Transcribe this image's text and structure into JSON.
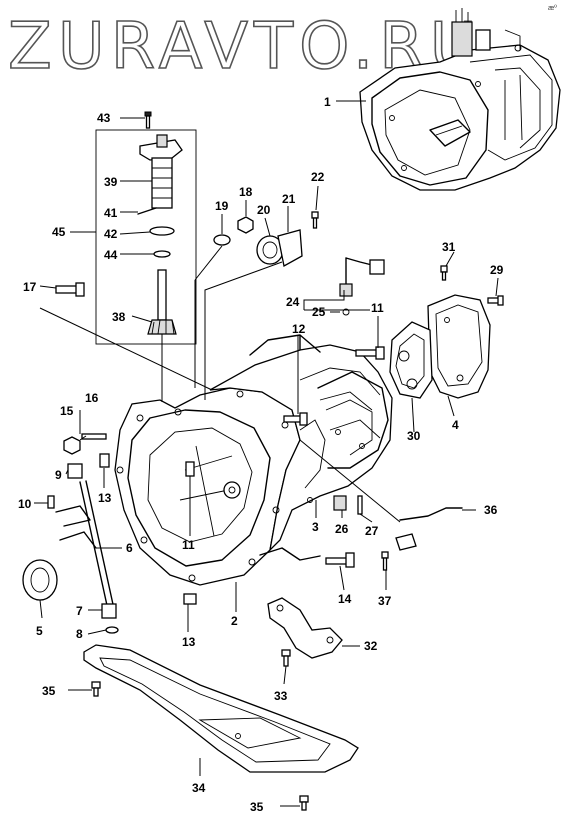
{
  "watermark": "ZURAVTO.RU",
  "corner_mark": "æº",
  "callouts": [
    "1",
    "2",
    "3",
    "4",
    "5",
    "6",
    "7",
    "8",
    "9",
    "10",
    "11",
    "12",
    "13",
    "14",
    "15",
    "16",
    "17",
    "18",
    "19",
    "20",
    "21",
    "22",
    "24",
    "25",
    "26",
    "27",
    "29",
    "30",
    "31",
    "32",
    "33",
    "34",
    "35",
    "36",
    "37",
    "38",
    "39",
    "41",
    "42",
    "43",
    "44",
    "45"
  ]
}
